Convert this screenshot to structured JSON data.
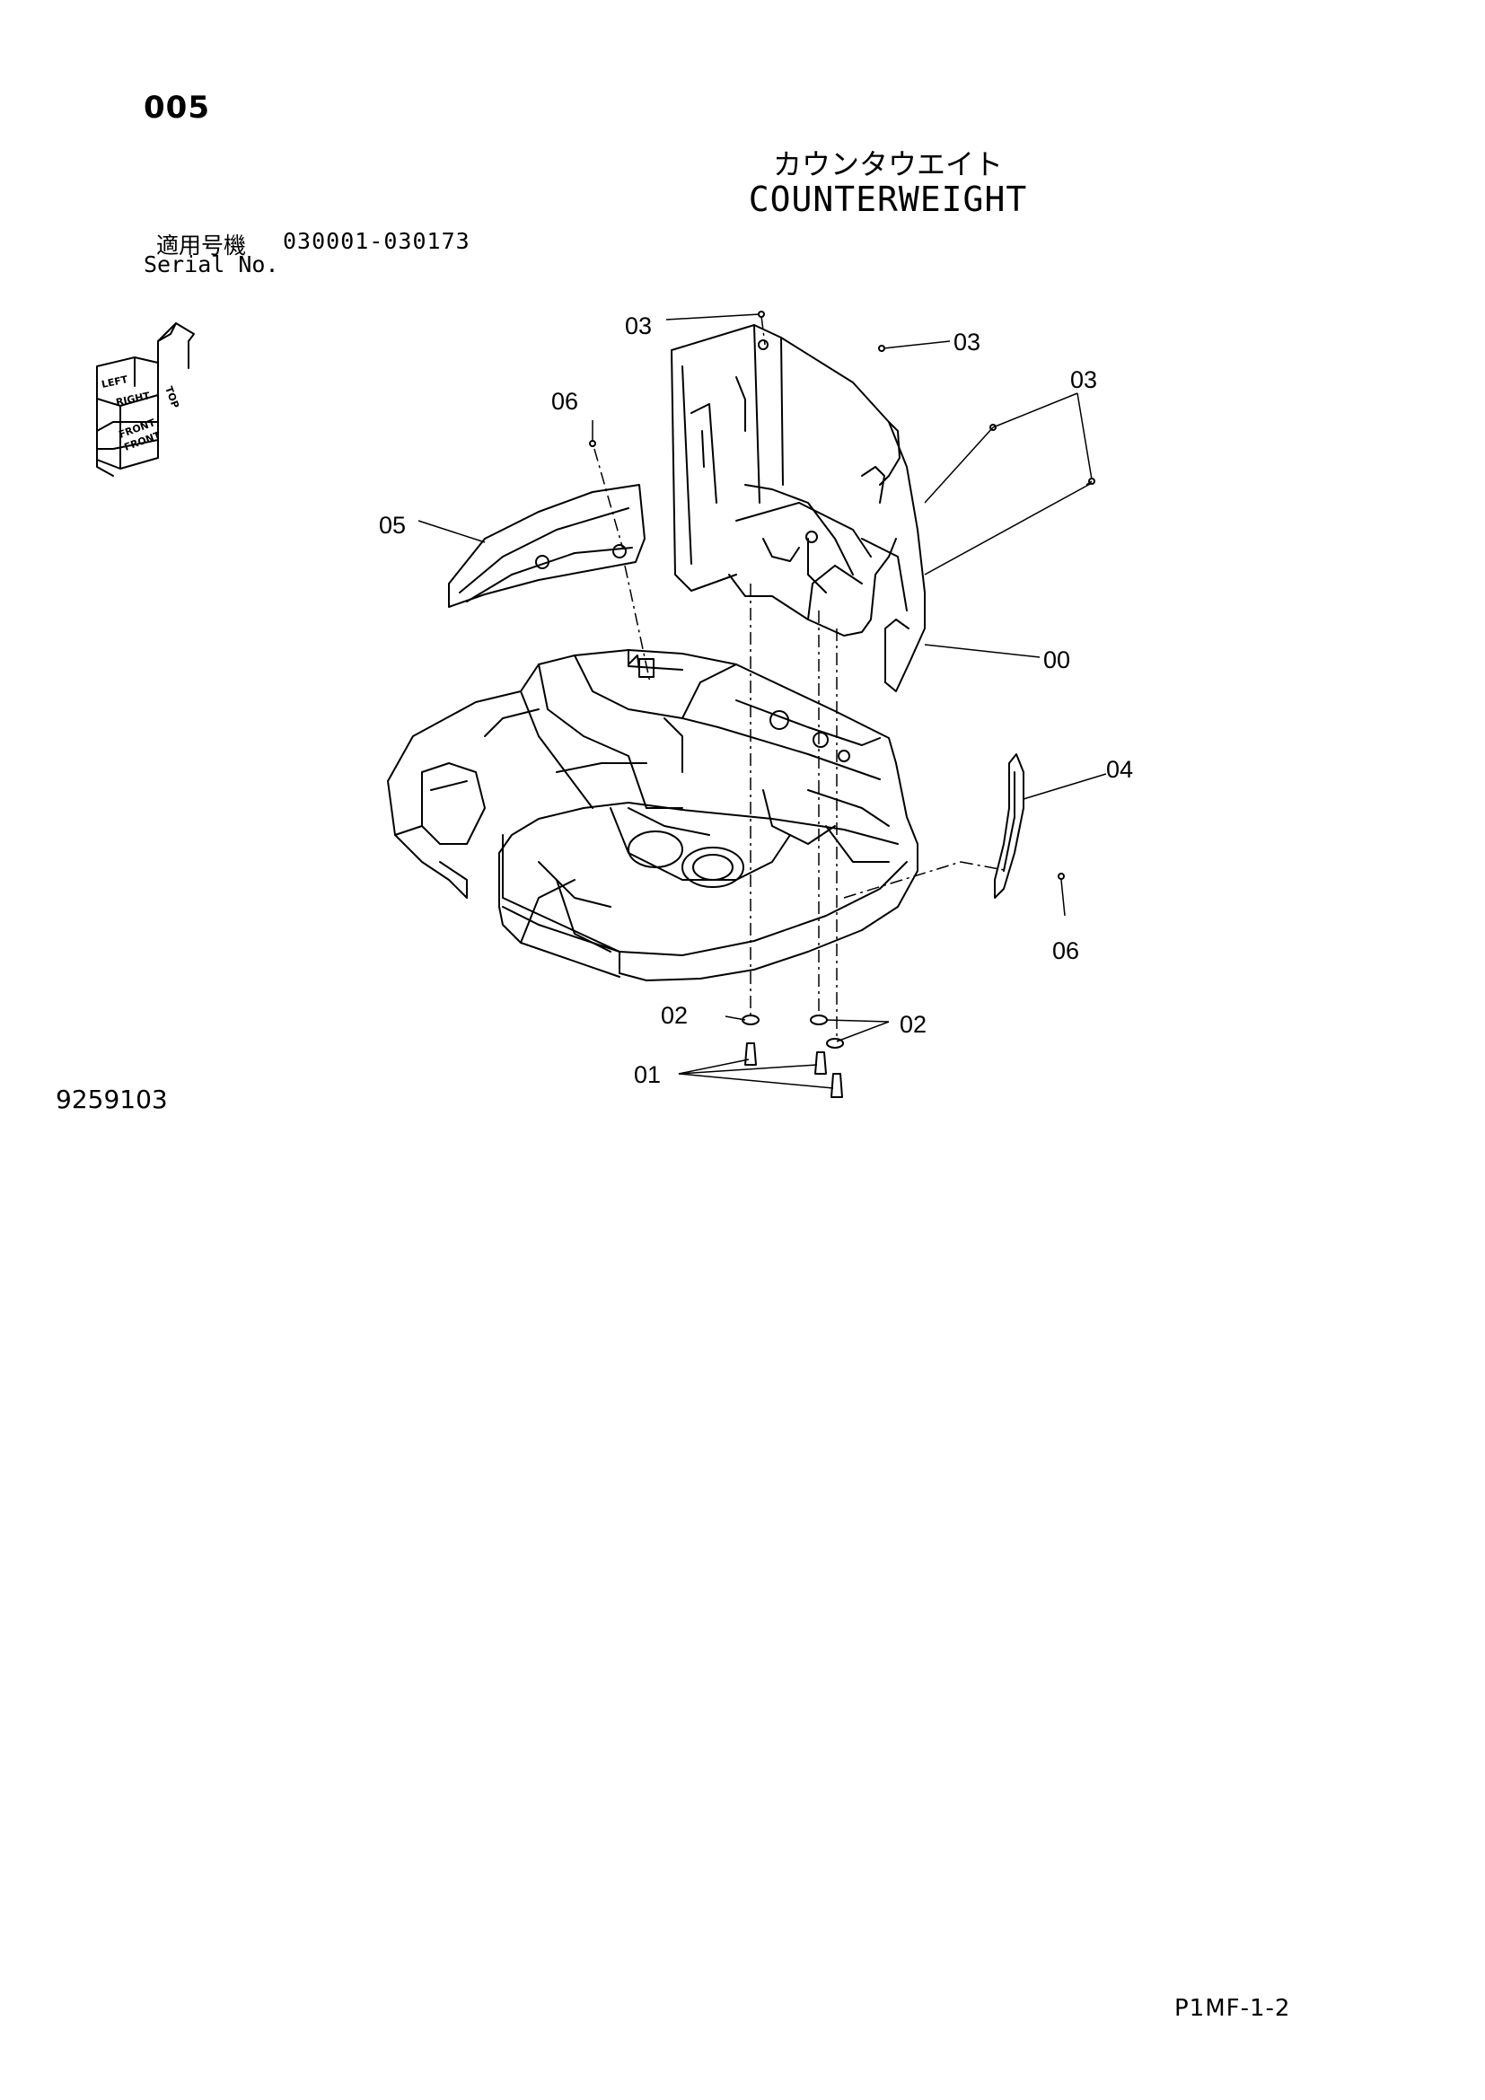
{
  "header": {
    "page_number": "005",
    "title_jp": "カウンタウエイト",
    "title_en": "COUNTERWEIGHT",
    "serial_label_jp": "適用号機",
    "serial_range": "030001-030173",
    "serial_label_en": "Serial No."
  },
  "orientation_icon": {
    "labels": [
      "LEFT",
      "TOP",
      "RIGHT",
      "FRONT",
      "FRONT"
    ]
  },
  "callouts": {
    "c00": "00",
    "c01": "01",
    "c02a": "02",
    "c02b": "02",
    "c03a": "03",
    "c03b": "03",
    "c03c": "03",
    "c04": "04",
    "c05": "05",
    "c06a": "06",
    "c06b": "06"
  },
  "footer": {
    "drawing_number": "9259103",
    "page_code": "P1MF-1-2"
  }
}
